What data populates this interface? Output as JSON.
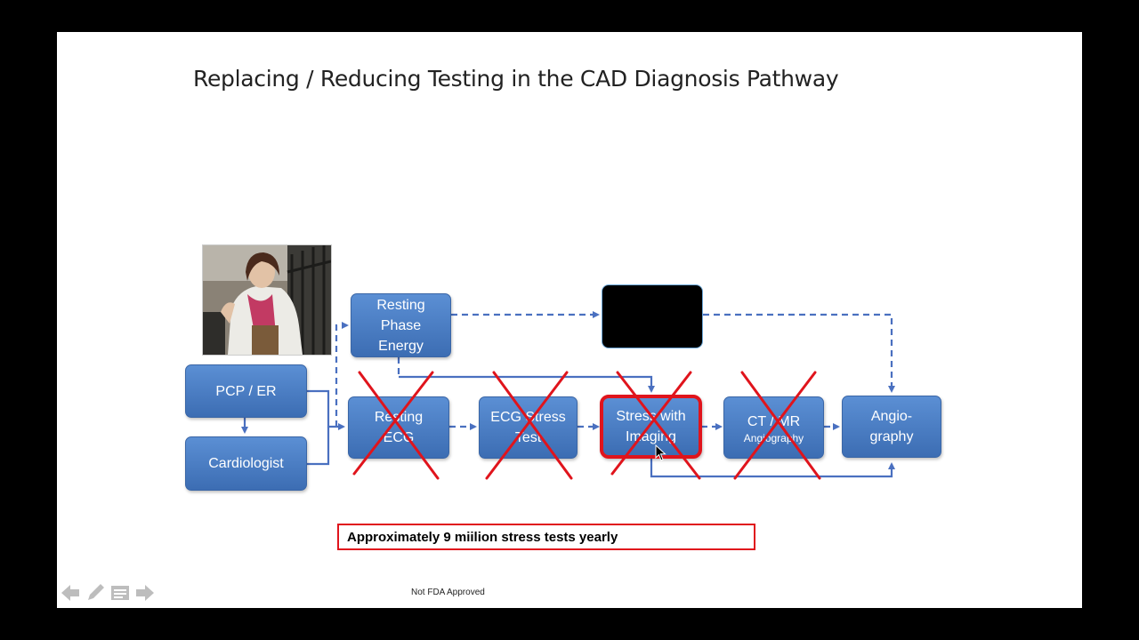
{
  "slide": {
    "title": "Replacing / Reducing Testing in the CAD Diagnosis Pathway",
    "footer": "Not FDA Approved",
    "callout": "Approximately 9 miilion stress tests yearly"
  },
  "diagram": {
    "pcp_er": "PCP / ER",
    "cardiologist": "Cardiologist",
    "resting_phase_energy": [
      "Resting",
      "Phase",
      "Energy"
    ],
    "resting_ecg": [
      "Resting",
      "ECG"
    ],
    "ecg_stress_test": [
      "ECG Stress",
      "Test"
    ],
    "stress_imaging": [
      "Stress with",
      "Imaging"
    ],
    "ct_mr": [
      "CT / MR",
      "Angiography"
    ],
    "angiography": [
      "Angio-",
      "graphy"
    ]
  },
  "colors": {
    "box_fill": "#4a7cc4",
    "arrow": "#4a70c0",
    "cross": "#e0141c"
  },
  "icons": [
    "back-arrow-icon",
    "pen-icon",
    "menu-icon",
    "forward-arrow-icon",
    "mouse-cursor-icon"
  ]
}
